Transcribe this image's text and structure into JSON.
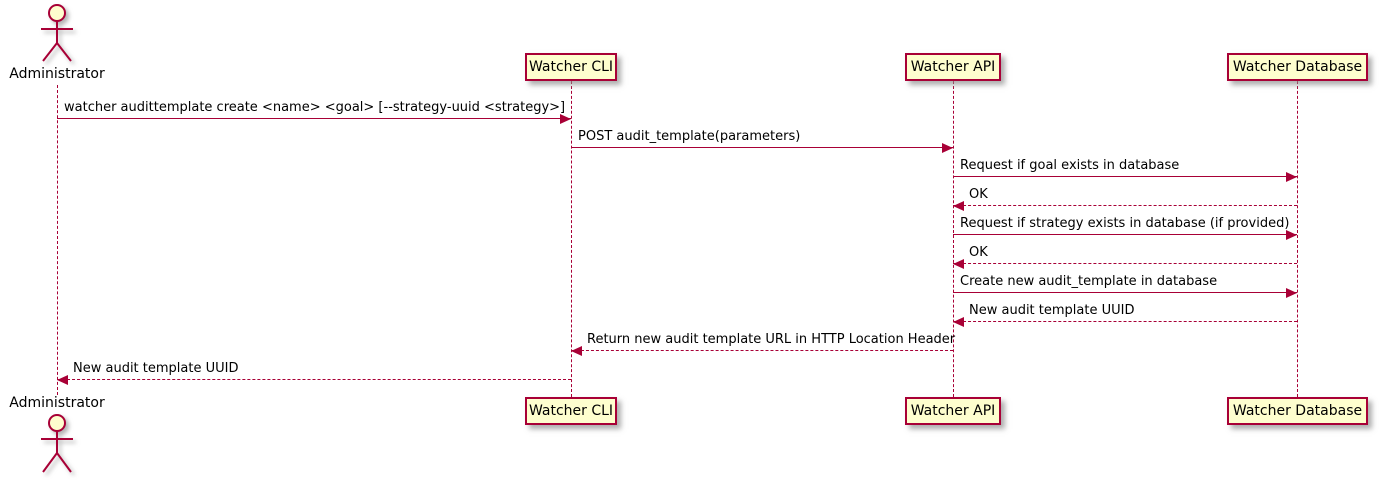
{
  "diagram": {
    "type": "sequence",
    "colors": {
      "accent": "#A80036",
      "fill": "#FEFECE",
      "text": "#000000",
      "background": "#FFFFFF"
    },
    "actor": {
      "label": "Administrator"
    },
    "participants": [
      {
        "label": "Watcher CLI"
      },
      {
        "label": "Watcher API"
      },
      {
        "label": "Watcher Database"
      }
    ],
    "messages": [
      {
        "from": "Administrator",
        "to": "Watcher CLI",
        "line": "solid",
        "text": "watcher audittemplate create <name> <goal> [--strategy-uuid <strategy>]"
      },
      {
        "from": "Watcher CLI",
        "to": "Watcher API",
        "line": "solid",
        "text": "POST audit_template(parameters)"
      },
      {
        "from": "Watcher API",
        "to": "Watcher Database",
        "line": "solid",
        "text": "Request if goal exists in database"
      },
      {
        "from": "Watcher Database",
        "to": "Watcher API",
        "line": "dashed",
        "text": "OK"
      },
      {
        "from": "Watcher API",
        "to": "Watcher Database",
        "line": "solid",
        "text": "Request if strategy exists in database (if provided)"
      },
      {
        "from": "Watcher Database",
        "to": "Watcher API",
        "line": "dashed",
        "text": "OK"
      },
      {
        "from": "Watcher API",
        "to": "Watcher Database",
        "line": "solid",
        "text": "Create new audit_template in database"
      },
      {
        "from": "Watcher Database",
        "to": "Watcher API",
        "line": "dashed",
        "text": "New audit template UUID"
      },
      {
        "from": "Watcher API",
        "to": "Watcher CLI",
        "line": "dashed",
        "text": "Return new audit template URL in HTTP Location Header"
      },
      {
        "from": "Watcher CLI",
        "to": "Administrator",
        "line": "dashed",
        "text": "New audit template UUID"
      }
    ]
  }
}
